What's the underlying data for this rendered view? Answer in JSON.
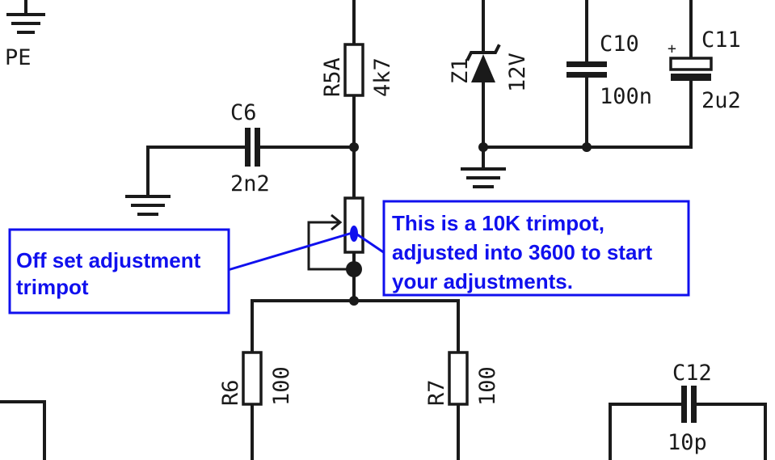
{
  "components": {
    "pe": {
      "label": "PE"
    },
    "r5a": {
      "ref": "R5A",
      "value": "4k7"
    },
    "c6": {
      "ref": "C6",
      "value": "2n2"
    },
    "z1": {
      "ref": "Z1",
      "value": "12V"
    },
    "c10": {
      "ref": "C10",
      "value": "100n"
    },
    "c11": {
      "ref": "C11",
      "value": "2u2",
      "polarity": "+"
    },
    "r6": {
      "ref": "R6",
      "value": "100"
    },
    "r7": {
      "ref": "R7",
      "value": "100"
    },
    "c12": {
      "ref": "C12",
      "value": "10p"
    }
  },
  "annotations": {
    "trimpot_note": {
      "line1": "This is a 10K trimpot,",
      "line2": "adjusted into 3600 to start",
      "line3": "your adjustments."
    },
    "offset_note": {
      "line1": "Off set adjustment",
      "line2": "trimpot"
    }
  },
  "colors": {
    "ink": "#1a1a1a",
    "annotation": "#1010ee",
    "background": "#ffffff"
  }
}
